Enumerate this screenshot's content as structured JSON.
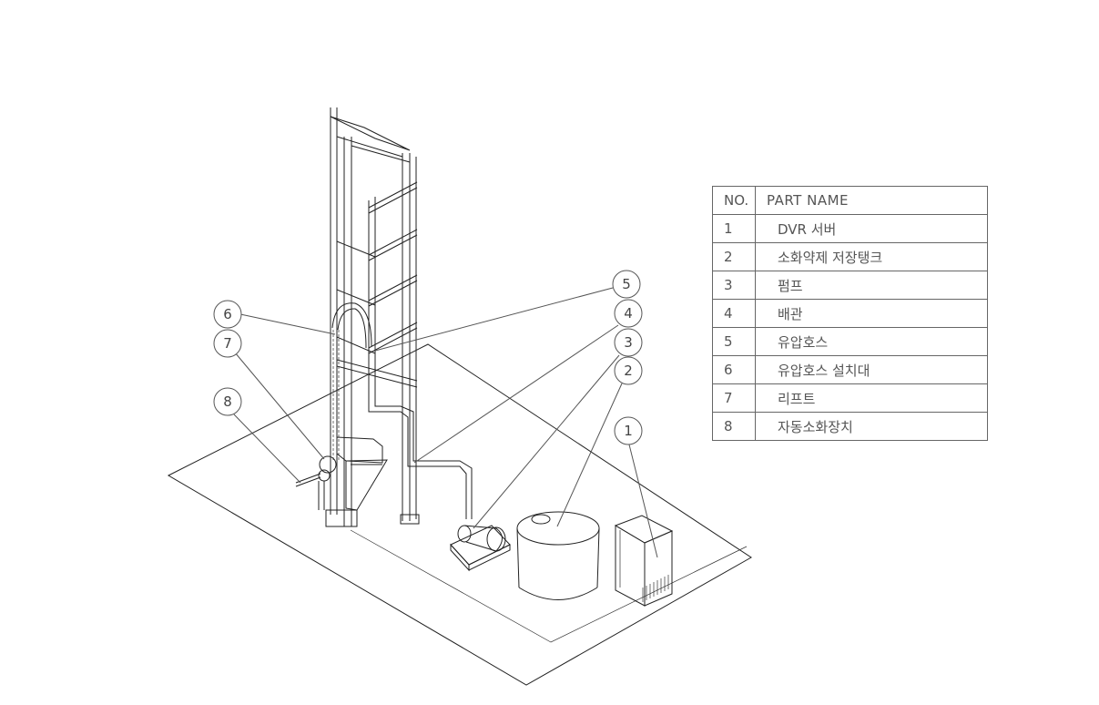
{
  "table": {
    "header": {
      "no": "NO.",
      "name": "PART NAME"
    },
    "rows": [
      {
        "no": "1",
        "name": "DVR 서버"
      },
      {
        "no": "2",
        "name": "소화약제 저장탱크"
      },
      {
        "no": "3",
        "name": "펌프"
      },
      {
        "no": "4",
        "name": "배관"
      },
      {
        "no": "5",
        "name": "유압호스"
      },
      {
        "no": "6",
        "name": "유압호스 설치대"
      },
      {
        "no": "7",
        "name": "리프트"
      },
      {
        "no": "8",
        "name": "자동소화장치"
      }
    ]
  },
  "callouts": [
    "1",
    "2",
    "3",
    "4",
    "5",
    "6",
    "7",
    "8"
  ]
}
